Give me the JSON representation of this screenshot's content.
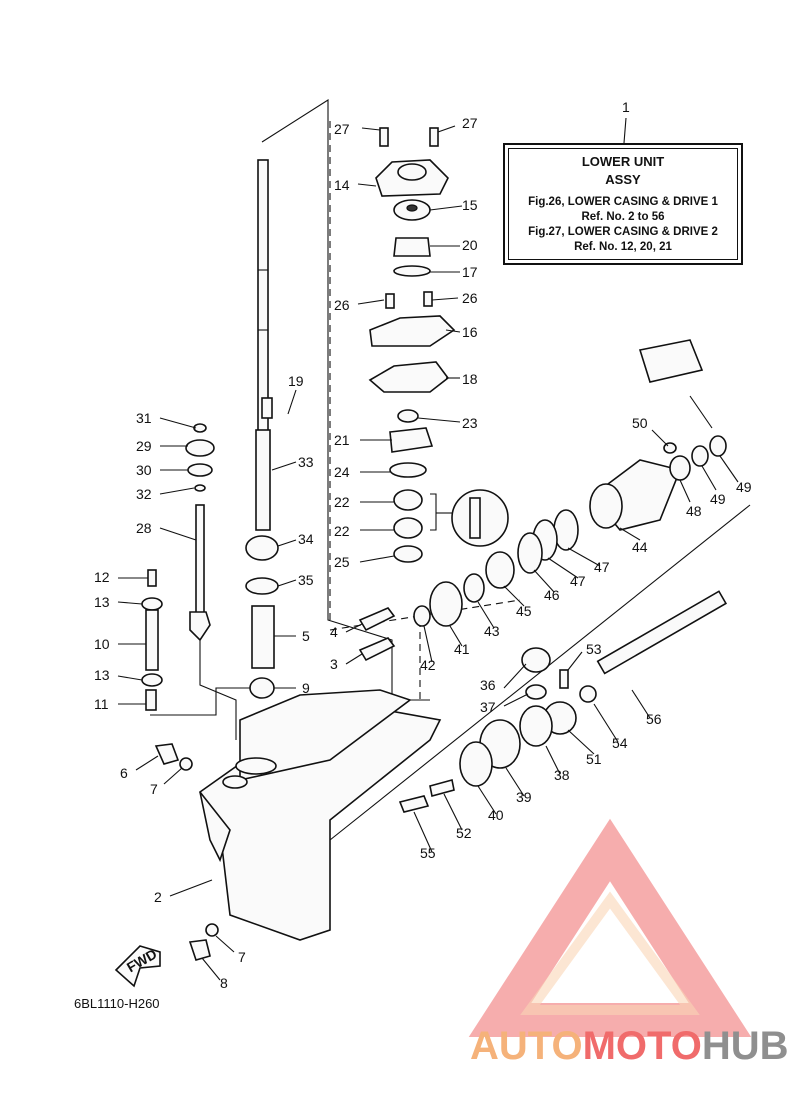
{
  "assembly_box": {
    "ref": "1",
    "title_line1": "LOWER UNIT",
    "title_line2": "ASSY",
    "fig1": "Fig.26, LOWER CASING & DRIVE 1",
    "fig1_ref": "Ref. No. 2 to 56",
    "fig2": "Fig.27, LOWER CASING & DRIVE 2",
    "fig2_ref": "Ref. No. 12, 20, 21"
  },
  "fwd_label": "FWD",
  "drawing_code": "6BL1110-H260",
  "watermark": {
    "part1": "AUTO",
    "part2": "MOTO",
    "part3": "HUB"
  },
  "callouts": [
    "27",
    "27",
    "14",
    "15",
    "20",
    "17",
    "26",
    "26",
    "16",
    "18",
    "19",
    "31",
    "29",
    "30",
    "32",
    "28",
    "33",
    "23",
    "21",
    "24",
    "22",
    "22",
    "25",
    "34",
    "35",
    "12",
    "13",
    "10",
    "13",
    "11",
    "4",
    "3",
    "5",
    "9",
    "6",
    "7",
    "2",
    "7",
    "8",
    "50",
    "48",
    "49",
    "49",
    "44",
    "47",
    "47",
    "46",
    "45",
    "43",
    "41",
    "42",
    "53",
    "36",
    "37",
    "51",
    "54",
    "56",
    "38",
    "39",
    "40",
    "52",
    "55"
  ],
  "colors": {
    "watermark_orange": "#f5b27a",
    "watermark_red": "#f06b6b",
    "watermark_gray": "#8f8f8f"
  }
}
